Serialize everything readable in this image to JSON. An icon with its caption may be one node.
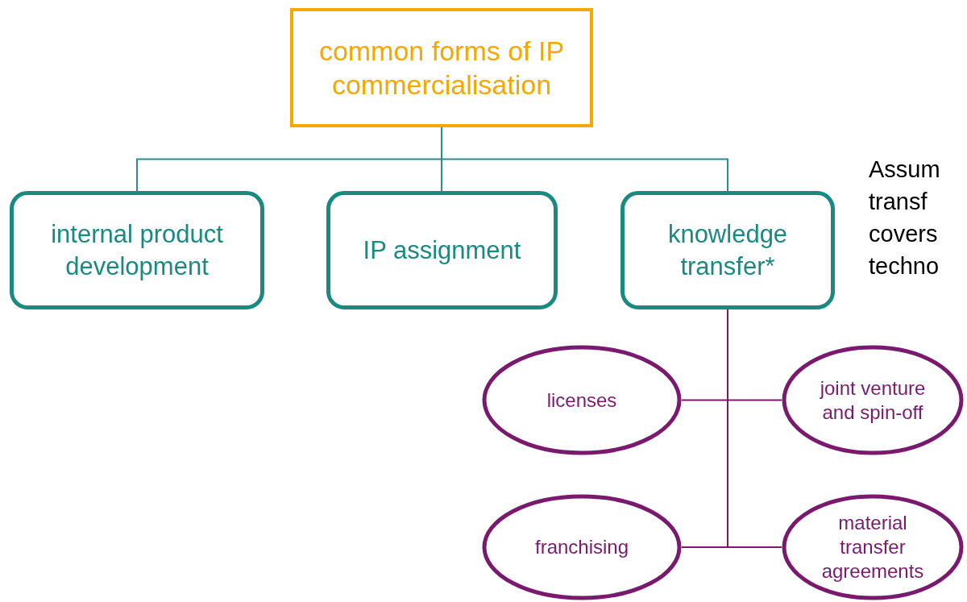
{
  "diagram": {
    "nodes": [
      {
        "text": [
          "common forms of IP commercialisation"
        ]
      },
      {
        "text": [
          "internal product development"
        ]
      },
      {
        "text": [
          "IP assignment"
        ]
      },
      {
        "text": [
          "knowledge transfer*"
        ]
      },
      {
        "text": [
          "licenses"
        ]
      },
      {
        "text": [
          "joint venture and spin-off"
        ]
      },
      {
        "text": [
          "franchising"
        ]
      },
      {
        "text": [
          "material transfer agreements"
        ]
      }
    ],
    "edges": [
      {
        "from": 0,
        "to": 1,
        "arrow": "none",
        "color": "#2a8f88"
      },
      {
        "from": 0,
        "to": 2,
        "arrow": "none",
        "color": "#2a8f88"
      },
      {
        "from": 0,
        "to": 3,
        "arrow": "none",
        "color": "#2a8f88"
      },
      {
        "from": 3,
        "to": 4,
        "arrow": "none",
        "color": "#7a1a6e"
      },
      {
        "from": 3,
        "to": 5,
        "arrow": "none",
        "color": "#7a1a6e"
      },
      {
        "from": 3,
        "to": 6,
        "arrow": "none",
        "color": "#7a1a6e"
      },
      {
        "from": 3,
        "to": 7,
        "arrow": "none",
        "color": "#7a1a6e"
      }
    ],
    "labels": [
      "Assum transf covers techno"
    ]
  }
}
